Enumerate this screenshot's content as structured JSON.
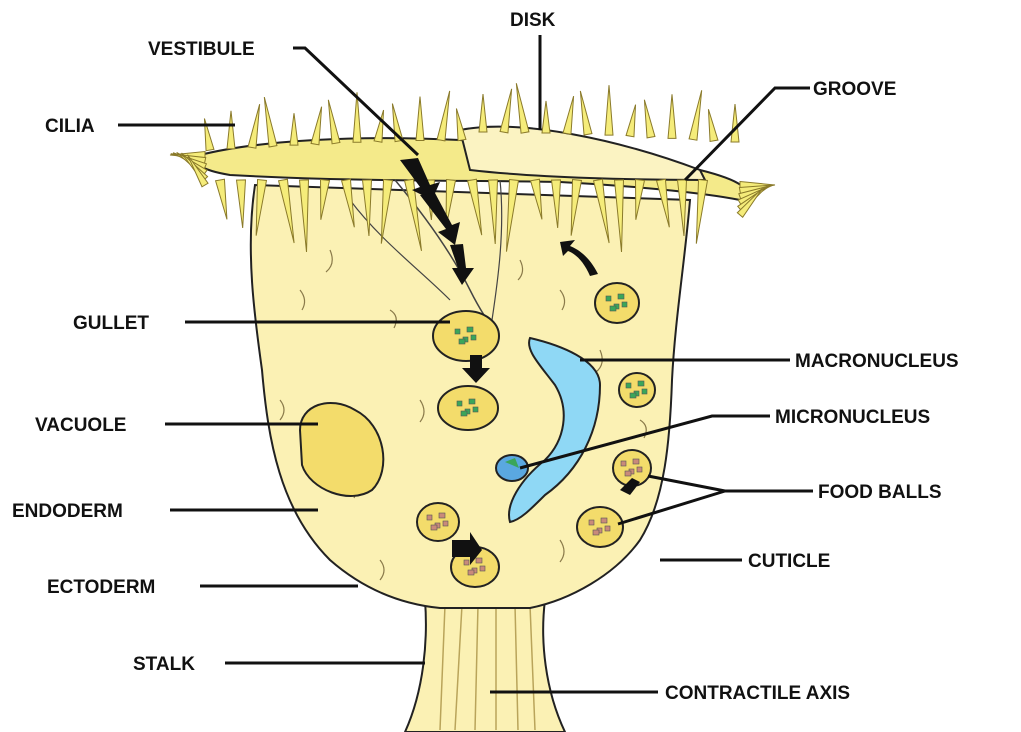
{
  "labels": {
    "disk": "DISK",
    "vestibule": "VESTIBULE",
    "groove": "GROOVE",
    "cilia": "CILIA",
    "gullet": "GULLET",
    "macronucleus": "MACRONUCLEUS",
    "vacuole": "VACUOLE",
    "micronucleus": "MICRONUCLEUS",
    "endoderm": "ENDODERM",
    "food_balls": "FOOD BALLS",
    "cuticle": "CUTICLE",
    "ectoderm": "ECTODERM",
    "stalk": "STALK",
    "contractile_axis": "CONTRACTILE AXIS"
  },
  "colors": {
    "body": "#fbf1b4",
    "cilia": "#f5ec7a",
    "food_ball": "#f3dc6b",
    "vacuole": "#f3dc6b",
    "macronucleus": "#8fd8f5",
    "micronucleus": "#5aa8e0",
    "green_particles": "#3aa65a",
    "brown_particles": "#c98a7a"
  }
}
